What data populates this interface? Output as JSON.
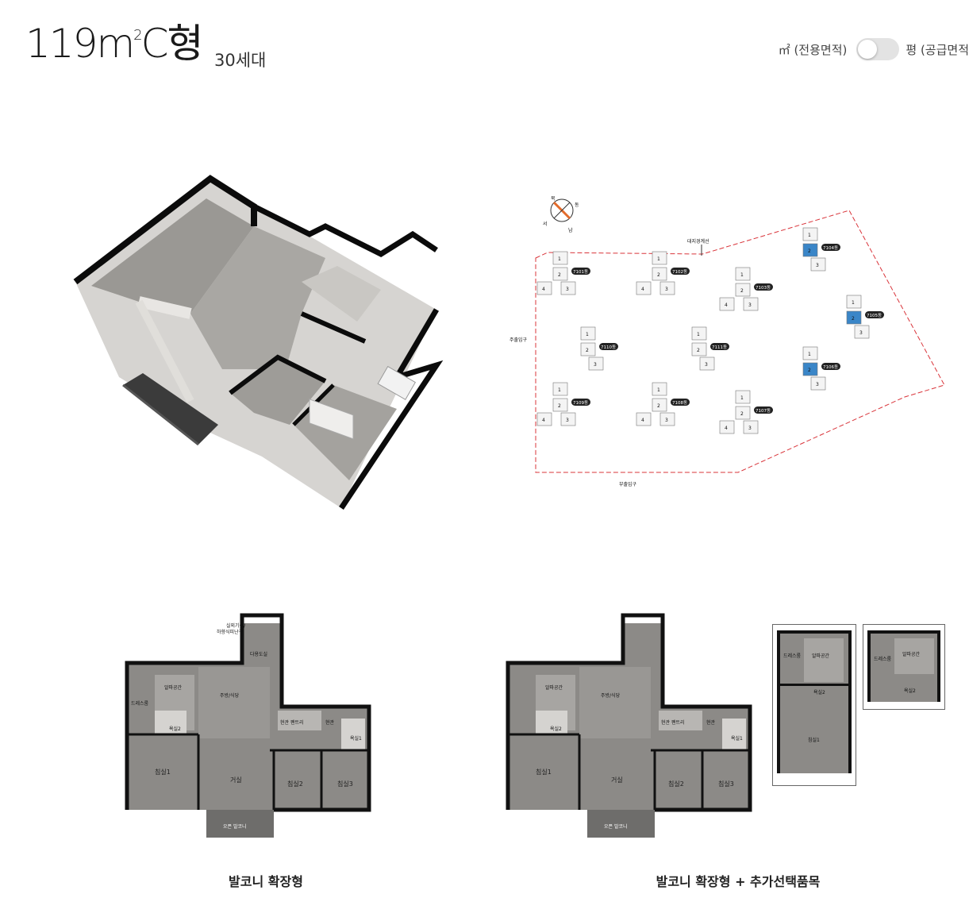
{
  "header": {
    "type_name": "119㎡C형",
    "type_number": "119",
    "type_unit": "m",
    "type_sup": "2",
    "type_suffix": "C형",
    "households": "30세대"
  },
  "unit_toggle": {
    "left_label": "㎡ (전용면적)",
    "right_label": "평 (공급면적",
    "state": "off"
  },
  "site_plan": {
    "compass": {
      "north": "북",
      "east": "동",
      "south": "남",
      "west": "서"
    },
    "boundary_label": "대지경계선",
    "main_entrance": "주출입구",
    "sub_entrance": "부출입구",
    "buildings": [
      {
        "name": "7101동",
        "units": [
          "1",
          "2",
          "3",
          "4"
        ]
      },
      {
        "name": "7102동",
        "units": [
          "1",
          "2",
          "3",
          "4"
        ]
      },
      {
        "name": "7103동",
        "units": [
          "1",
          "2",
          "3",
          "4"
        ]
      },
      {
        "name": "7104동",
        "units": [
          "1",
          "2",
          "3"
        ],
        "highlight": "2"
      },
      {
        "name": "7105동",
        "units": [
          "1",
          "2",
          "3"
        ],
        "highlight": "2"
      },
      {
        "name": "7106동",
        "units": [
          "1",
          "2",
          "3"
        ],
        "highlight": "2"
      },
      {
        "name": "7107동",
        "units": [
          "1",
          "2",
          "3",
          "4"
        ]
      },
      {
        "name": "7108동",
        "units": [
          "1",
          "2",
          "3",
          "4"
        ]
      },
      {
        "name": "7109동",
        "units": [
          "1",
          "2",
          "3",
          "4"
        ]
      },
      {
        "name": "7110동",
        "units": [
          "1",
          "2",
          "3"
        ]
      },
      {
        "name": "7111동",
        "units": [
          "1",
          "2",
          "3"
        ]
      }
    ],
    "highlight_color": "#3a86c8"
  },
  "floor_plan_basic": {
    "caption": "발코니 확장형",
    "rooms": {
      "outdoor": "실외기실/",
      "outdoor2": "하향식피난구",
      "utility": "다용도실",
      "alpha": "알파공간",
      "dress": "드레스룸",
      "bath2": "욕실2",
      "kitchen": "주방/식당",
      "pantry": "현관 팬트리",
      "entrance": "현관",
      "bath1": "욕실1",
      "bed1": "침실1",
      "living": "거실",
      "bed2": "침실2",
      "bed3": "침실3",
      "balcony": "오픈 발코니"
    }
  },
  "floor_plan_option": {
    "caption": "발코니 확장형 + 추가선택품목",
    "inset_a": {
      "dress": "드레스룸",
      "alpha": "알파공간",
      "bath2": "욕실2",
      "bed1": "침실1"
    },
    "inset_b": {
      "dress": "드레스룸",
      "alpha": "알파공간",
      "bath2": "욕실2"
    }
  },
  "colors": {
    "wall": "#111111",
    "floor": "#8c8a87",
    "floor_light": "#a7a5a2",
    "site_boundary": "#d9343a",
    "toggle_bg": "#e3e3e3"
  }
}
